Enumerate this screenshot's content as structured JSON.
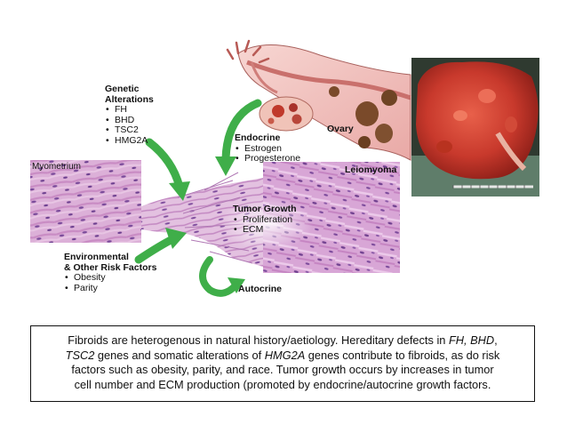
{
  "genetic": {
    "heading_line1": "Genetic",
    "heading_line2": "Alterations",
    "items": [
      "FH",
      "BHD",
      "TSC2",
      "HMG2A"
    ]
  },
  "endocrine": {
    "heading": "Endocrine",
    "items": [
      "Estrogen",
      "Progesterone"
    ]
  },
  "ovary_label": "Ovary",
  "myometrium_label": "Myometrium",
  "leiomyoma_label": "Leiomyoma",
  "tumor_growth": {
    "heading": "Tumor Growth",
    "items": [
      "Proliferation",
      "ECM"
    ]
  },
  "environmental": {
    "heading_line1": "Environmental",
    "heading_line2": "& Other Risk Factors",
    "items": [
      "Obesity",
      "Parity"
    ]
  },
  "autocrine_label": "Autocrine",
  "caption": {
    "line1_a": "Fibroids are heterogenous in natural history/aetiology. Hereditary defects in ",
    "line1_em": "FH, BHD",
    "line1_b": ",",
    "line2_em1": "TSC2",
    "line2_a": " genes and somatic alterations of ",
    "line2_em2": "HMG2A",
    "line2_b": " genes contribute to fibroids, as do risk",
    "line3": "factors such as obesity, parity, and race. Tumor growth occurs by increases in tumor",
    "line4": "cell number and ECM production (promoted by endocrine/autocrine growth factors."
  },
  "colors": {
    "arrow_green": "#3fae49",
    "tissue_pink": "#d9a3cf",
    "tissue_purple": "#8e5aa6",
    "ovary_red": "#c7463b",
    "uterus_pink": "#f2c6c6"
  }
}
